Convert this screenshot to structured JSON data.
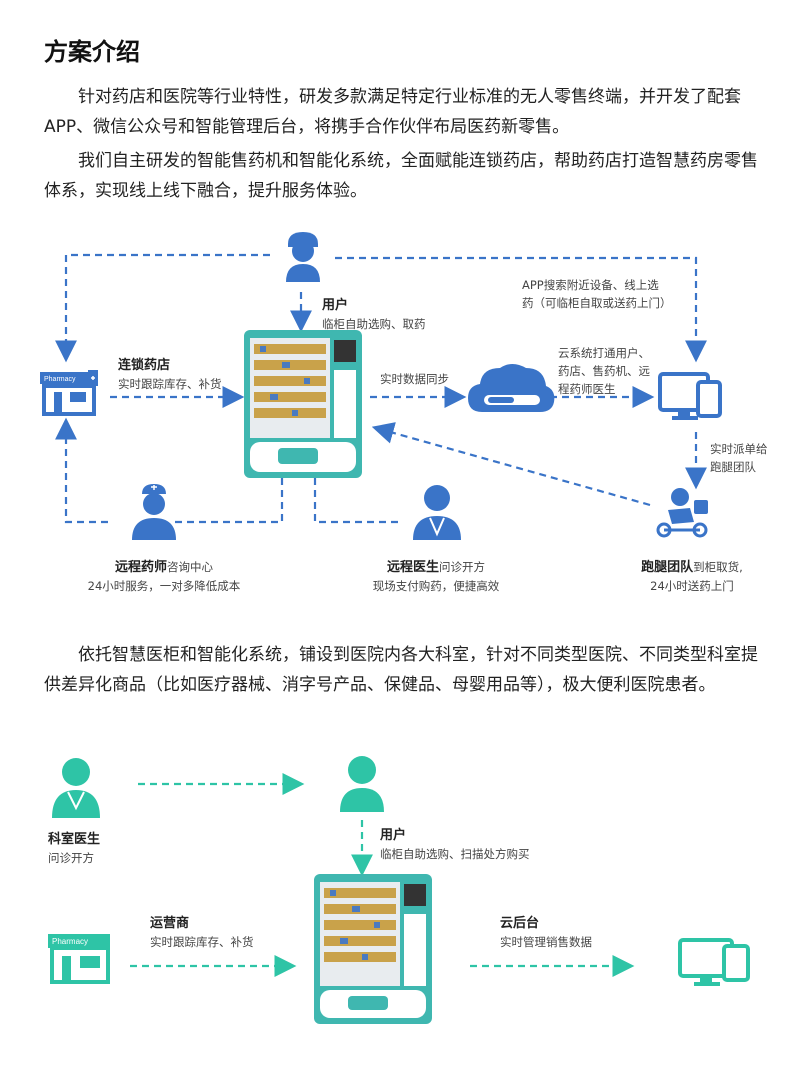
{
  "title": "方案介绍",
  "paragraphs": [
    "针对药店和医院等行业特性，研发多款满足特定行业标准的无人零售终端，并开发了配套APP、微信公众号和智能管理后台，将携手合作伙伴布局医药新零售。",
    "我们自主研发的智能售药机和智能化系统，全面赋能连锁药店，帮助药店打造智慧药房零售体系，实现线上线下融合，提升服务体验。",
    "依托智慧医柜和智能化系统，铺设到医院内各大科室，针对不同类型医院、不同类型科室提供差异化商品（比如医疗器械、消字号产品、保健品、母婴用品等），极大便利医院患者。"
  ],
  "diagram1": {
    "user": {
      "title": "用户",
      "desc": "临柜自助选购、取药"
    },
    "pharmacy": {
      "title": "连锁药店",
      "desc": "实时跟踪库存、补货",
      "sign": "Pharmacy"
    },
    "sync": {
      "desc": "实时数据同步"
    },
    "app": {
      "line1": "APP搜索附近设备、线上选",
      "line2": "药（可临柜自取或送药上门）"
    },
    "cloud": {
      "line1": "云系统打通用户、",
      "line2": "药店、售药机、远",
      "line3": "程药师医生"
    },
    "dispatch": {
      "line1": "实时派单给",
      "line2": "跑腿团队"
    },
    "pharmacist": {
      "title": "远程药师",
      "suffix": "咨询中心",
      "desc": "24小时服务，一对多降低成本"
    },
    "doctor": {
      "title": "远程医生",
      "suffix": "问诊开方",
      "desc": "现场支付购药，便捷高效"
    },
    "runner": {
      "title": "跑腿团队",
      "suffix": "到柜取货,",
      "desc": "24小时送药上门"
    },
    "colors": {
      "primary": "#3a74c8",
      "machine": "#3fb7b0"
    }
  },
  "diagram2": {
    "doctor": {
      "title": "科室医生",
      "desc": "问诊开方"
    },
    "user": {
      "title": "用户",
      "desc": "临柜自助选购、扫描处方购买"
    },
    "operator": {
      "title": "运营商",
      "desc": "实时跟踪库存、补货",
      "sign": "Pharmacy"
    },
    "cloud": {
      "title": "云后台",
      "desc": "实时管理销售数据"
    },
    "colors": {
      "primary": "#2ec4a6"
    }
  }
}
